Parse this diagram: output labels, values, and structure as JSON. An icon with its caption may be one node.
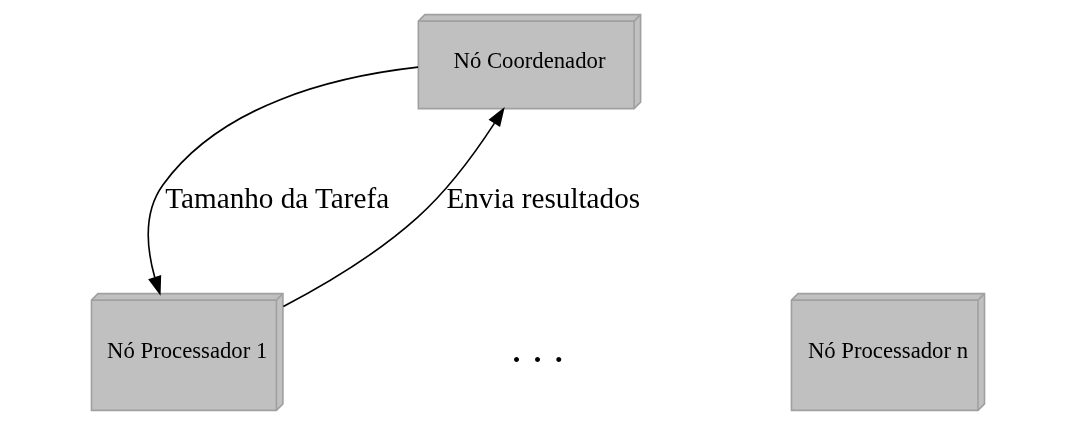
{
  "diagram": {
    "nodes": [
      {
        "text": [
          "Nó Coordenador"
        ]
      },
      {
        "text": [
          "Nó Processador 1"
        ]
      },
      {
        "text": [
          "Nó Processador n"
        ]
      }
    ],
    "edges": [
      {
        "from": 1,
        "to": 0,
        "arrow": "to",
        "label": "Envia resultados"
      },
      {
        "from": 0,
        "to": 1,
        "arrow": "to",
        "label": "Tamanho da Tarefa"
      }
    ],
    "labels": [
      ". . ."
    ]
  }
}
